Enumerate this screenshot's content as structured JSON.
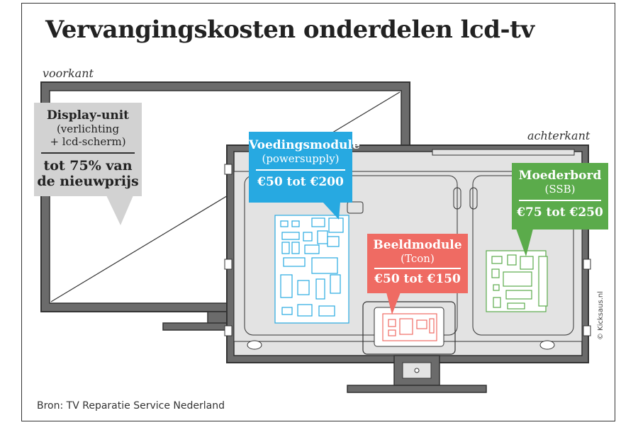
{
  "title": "Vervangingskosten onderdelen lcd-tv",
  "labels": {
    "front": "voorkant",
    "back": "achterkant"
  },
  "display_unit": {
    "name": "Display-unit",
    "sub1": "(verlichting",
    "sub2": "+ lcd-scherm)",
    "price1": "tot 75% van",
    "price2": "de nieuwprijs"
  },
  "power_module": {
    "name": "Voedingsmodule",
    "sub": "(powersupply)",
    "price": "€50 tot €200",
    "color": "#27a9e1"
  },
  "tcon_module": {
    "name": "Beeldmodule",
    "sub": "(Tcon)",
    "price": "€50 tot €150",
    "color": "#ef6b63"
  },
  "motherboard": {
    "name": "Moederbord",
    "sub": "(SSB)",
    "price": "€75 tot €250",
    "color": "#5bab4b"
  },
  "source": "Bron: TV Reparatie Service Nederland",
  "credit": "© Kicksaus.nl"
}
